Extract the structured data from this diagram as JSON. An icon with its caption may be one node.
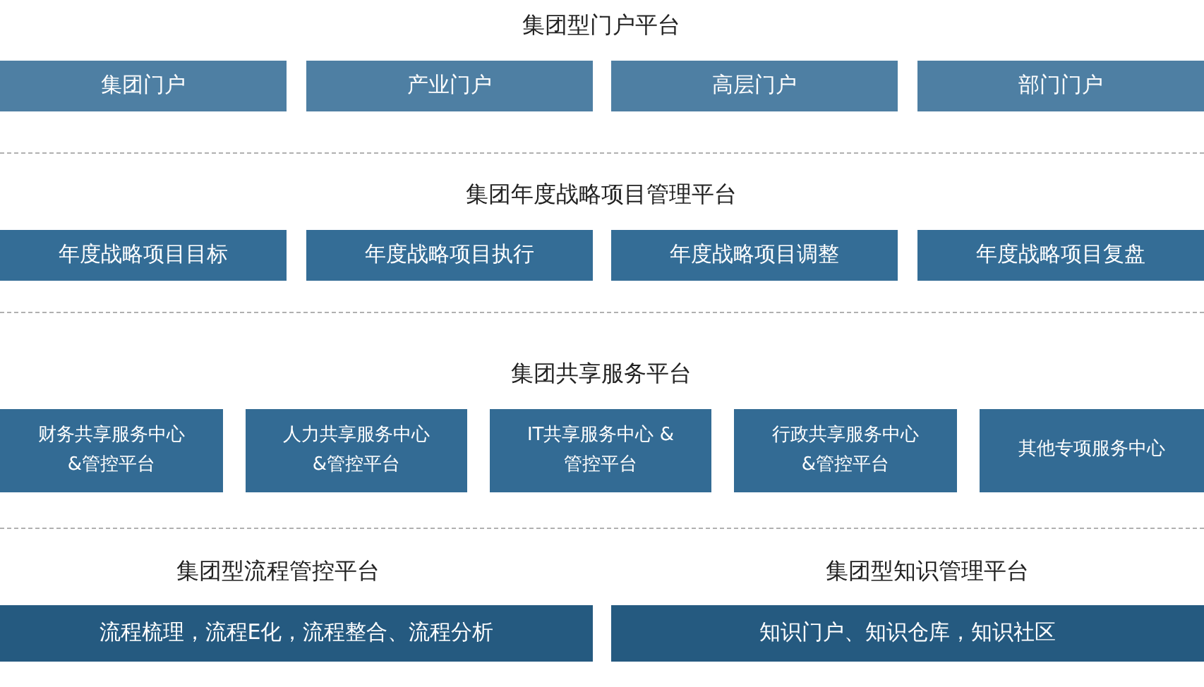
{
  "diagram": {
    "nodes": [
      {
        "text": [
          "集团门户"
        ]
      },
      {
        "text": [
          "产业门户"
        ]
      },
      {
        "text": [
          "高层门户"
        ]
      },
      {
        "text": [
          "部门门户"
        ]
      },
      {
        "text": [
          "年度战略项目目标"
        ]
      },
      {
        "text": [
          "年度战略项目执行"
        ]
      },
      {
        "text": [
          "年度战略项目调整"
        ]
      },
      {
        "text": [
          "年度战略项目复盘"
        ]
      },
      {
        "text": [
          "财务共享服务中心 &管控平台"
        ]
      },
      {
        "text": [
          "人力共享服务中心 &管控平台"
        ]
      },
      {
        "text": [
          "IT共享服务中心 &管控平台"
        ]
      },
      {
        "text": [
          "行政共享服务中心 &管控平台"
        ]
      },
      {
        "text": [
          "其他专项服务中心"
        ]
      },
      {
        "text": [
          "流程梳理，流程E化，流程整合、流程分析"
        ]
      },
      {
        "text": [
          "知识门户、知识仓库，知识社区"
        ]
      }
    ],
    "labels": [
      "集团型门户平台",
      "集团年度战略项目管理平台",
      "集团共享服务平台",
      "集团型流程管控平台",
      "集团型知识管理平台"
    ]
  }
}
